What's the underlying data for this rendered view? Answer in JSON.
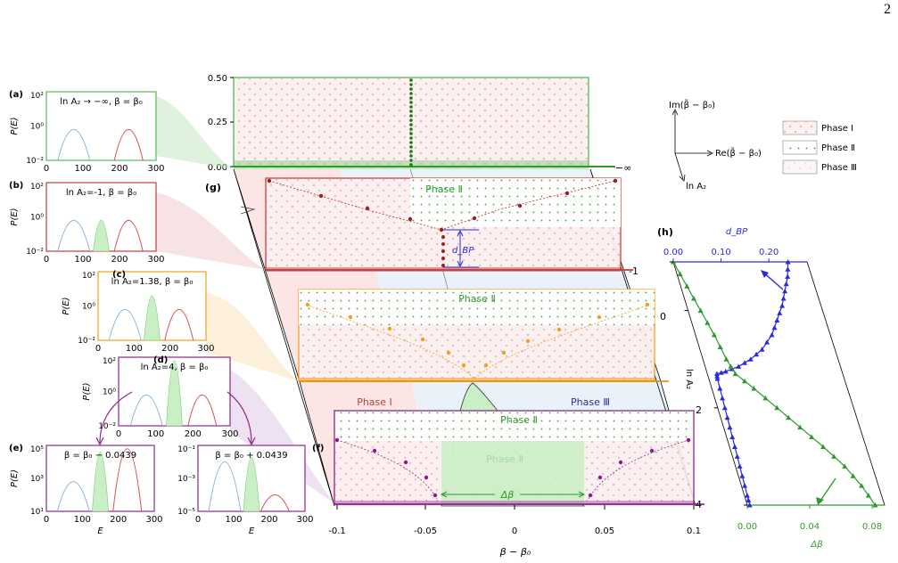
{
  "page_number": "2",
  "colors": {
    "blue_curve": "#8fb7d6",
    "red_curve": "#d65050",
    "green_fill": "#c9efc4",
    "green_dots": "#2e9a2e",
    "a_border": "#55bb55",
    "b_border": "#c03c3c",
    "c_border": "#f0a020",
    "d_border": "#8b2a8b",
    "phase1_fill": "#fbe3e3",
    "phase3_fill": "#e6f1f8",
    "dbp_blue": "#2a2ae0",
    "dbeta_green": "#2e9a2e"
  },
  "panels": {
    "a": {
      "label": "(a)",
      "title": "ln A₂ → −∞, β = β₀",
      "ylabel": "P(E)",
      "yticks": [
        "10²",
        "10⁰",
        "10⁻²"
      ],
      "xticks": [
        "0",
        "100",
        "200",
        "300"
      ]
    },
    "b": {
      "label": "(b)",
      "title": "ln A₂=-1, β = β₀",
      "ylabel": "P(E)",
      "yticks": [
        "10²",
        "10⁰",
        "10⁻²"
      ],
      "xticks": [
        "0",
        "100",
        "200",
        "300"
      ]
    },
    "c": {
      "label": "(c)",
      "title": "ln A₂=1.38, β = β₀",
      "ylabel": "P(E)",
      "yticks": [
        "10²",
        "10⁰",
        "10⁻²"
      ],
      "xticks": [
        "0",
        "100",
        "200",
        "300"
      ]
    },
    "d": {
      "label": "(d)",
      "title": "ln A₂=4, β = β₀",
      "ylabel": "P(E)",
      "yticks": [
        "10²",
        "10⁰",
        "10⁻²"
      ],
      "xticks": [
        "0",
        "100",
        "200",
        "300"
      ]
    },
    "e": {
      "label": "(e)",
      "title": "β = β₀ − 0.0439",
      "ylabel": "P(E)",
      "xlabel": "E",
      "yticks": [
        "10⁵",
        "10³",
        "10¹"
      ],
      "xticks": [
        "0",
        "100",
        "200",
        "300"
      ]
    },
    "f": {
      "label": "(f)",
      "title": "β = β₀ + 0.0439",
      "xlabel": "E",
      "yticks": [
        "10⁻¹",
        "10⁻³",
        "10⁻⁵"
      ],
      "xticks": [
        "0",
        "100",
        "200",
        "300"
      ]
    }
  },
  "g": {
    "label": "(g)",
    "top_yticks": [
      "0.50",
      "0.25",
      "0.00"
    ],
    "minus_inf": "−∞",
    "right_ticks": [
      "-1",
      "0",
      "2",
      "4"
    ],
    "xticks": [
      "-0.1",
      "-0.05",
      "0",
      "0.05",
      "0.1"
    ],
    "xlabel": "β − β₀",
    "phase1": "Phase Ⅰ",
    "phase2": "Phase Ⅱ",
    "phase3": "Phase Ⅲ",
    "dbp": "d_BP",
    "dbeta": "Δβ"
  },
  "axes3d": {
    "im": "Im(β̃ − β₀)",
    "re": "Re(β̃ − β₀)",
    "ln": "ln A₂"
  },
  "legend": [
    {
      "name": "Phase Ⅰ",
      "style": "cross"
    },
    {
      "name": "Phase Ⅱ",
      "style": "dots"
    },
    {
      "name": "Phase Ⅲ",
      "style": "dots-light"
    }
  ],
  "chart_data": {
    "type": "line",
    "label": "(h)",
    "top_axis_label": "d_BP",
    "bottom_axis_label": "Δβ",
    "ylabel": "ln A₂",
    "top_xticks": [
      "0.00",
      "0.10",
      "0.20"
    ],
    "bottom_xticks": [
      "0.00",
      "0.04",
      "0.08"
    ],
    "yticks": [
      "-1",
      "0",
      "2",
      "4"
    ],
    "ylim": [
      -1,
      4
    ],
    "top_xlim": [
      0,
      0.28
    ],
    "bottom_xlim": [
      0,
      0.088
    ],
    "series": [
      {
        "values": [
          [
            -1,
            0.24
          ],
          [
            -0.7,
            0.23
          ],
          [
            -0.4,
            0.215
          ],
          [
            -0.1,
            0.2
          ],
          [
            0.2,
            0.18
          ],
          [
            0.5,
            0.16
          ],
          [
            0.8,
            0.13
          ],
          [
            1.0,
            0.1
          ],
          [
            1.15,
            0.07
          ],
          [
            1.25,
            0.04
          ],
          [
            1.3,
            0.02
          ],
          [
            1.4,
            0.018
          ],
          [
            1.8,
            0.016
          ],
          [
            2.2,
            0.014
          ],
          [
            2.6,
            0.012
          ],
          [
            3.0,
            0.01
          ],
          [
            3.4,
            0.008
          ],
          [
            3.8,
            0.006
          ],
          [
            4.0,
            0.005
          ]
        ]
      },
      {
        "values": [
          [
            -1,
            0.0
          ],
          [
            -0.5,
            0.004
          ],
          [
            0.0,
            0.008
          ],
          [
            0.5,
            0.012
          ],
          [
            1.0,
            0.015
          ],
          [
            1.3,
            0.018
          ],
          [
            1.6,
            0.027
          ],
          [
            2.0,
            0.038
          ],
          [
            2.4,
            0.049
          ],
          [
            2.8,
            0.06
          ],
          [
            3.2,
            0.07
          ],
          [
            3.6,
            0.077
          ],
          [
            4.0,
            0.082
          ]
        ]
      }
    ]
  }
}
